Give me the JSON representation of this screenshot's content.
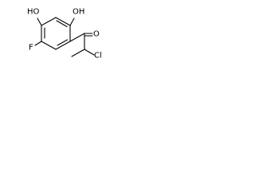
{
  "labels": {
    "hydroxyl_left": "HO",
    "hydroxyl_right": "OH",
    "fluorine": "F",
    "carbonyl_oxygen": "O",
    "chlorine": "Cl"
  },
  "colors": {
    "bond": "#000000",
    "text": "#000000",
    "background": "#ffffff"
  }
}
